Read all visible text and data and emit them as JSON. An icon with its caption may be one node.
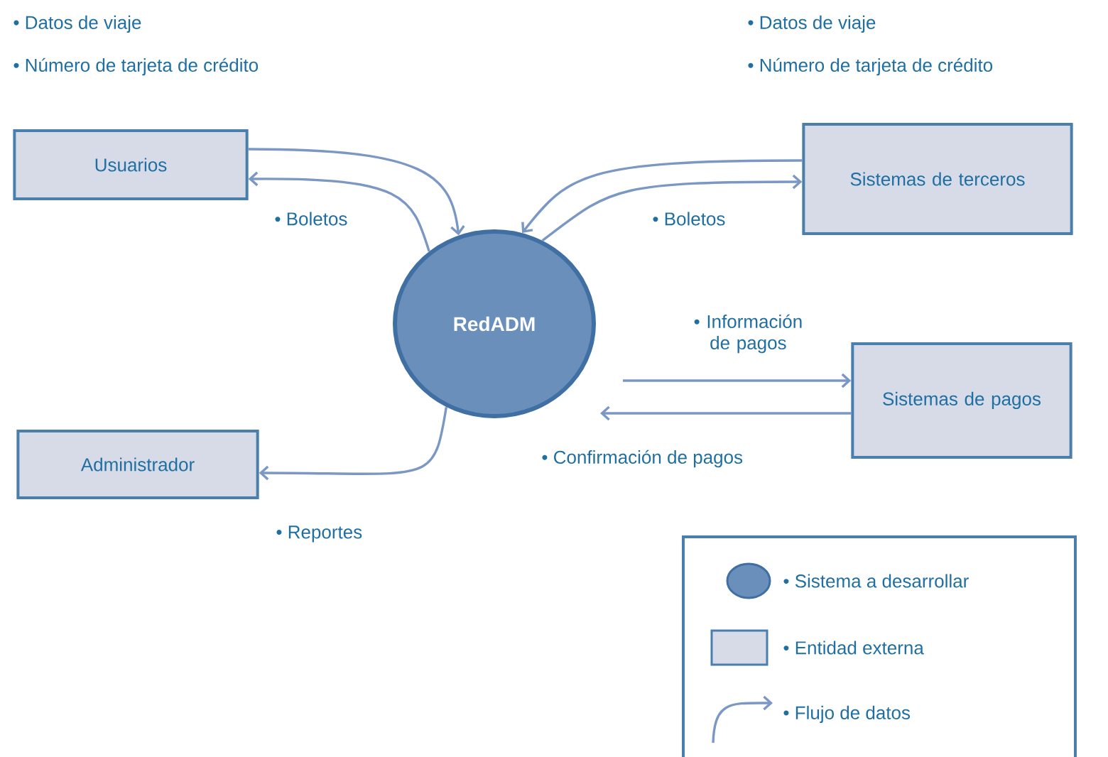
{
  "diagram": {
    "nodes": [
      {
        "text": [
          "Usuarios"
        ]
      },
      {
        "text": [
          "Sistemas de terceros"
        ]
      },
      {
        "text": [
          "RedADM"
        ]
      },
      {
        "text": [
          "Sistemas de pagos"
        ]
      },
      {
        "text": [
          "Administrador"
        ]
      }
    ],
    "edges": [
      {
        "from": 0,
        "to": 2,
        "arrow": "to"
      },
      {
        "from": 2,
        "to": 0,
        "arrow": "to",
        "label": "• Boletos"
      },
      {
        "from": 1,
        "to": 2,
        "arrow": "to"
      },
      {
        "from": 2,
        "to": 1,
        "arrow": "to",
        "label": "• Boletos"
      },
      {
        "from": 2,
        "to": 3,
        "arrow": "to",
        "label": "• Información de pagos"
      },
      {
        "from": 3,
        "to": 2,
        "arrow": "to",
        "label": "• Confirmación de pagos"
      },
      {
        "from": 2,
        "to": 4,
        "arrow": "to",
        "label": "• Reportes"
      }
    ],
    "labels": [
      "• Datos de viaje",
      "• Datos de viaje",
      "• Número de tarjeta de crédito",
      "• Número de tarjeta de crédito"
    ],
    "legend": [
      {
        "text": "• Sistema a desarrollar"
      },
      {
        "text": "• Entidad externa"
      },
      {
        "text": "• Flujo de datos"
      }
    ]
  }
}
